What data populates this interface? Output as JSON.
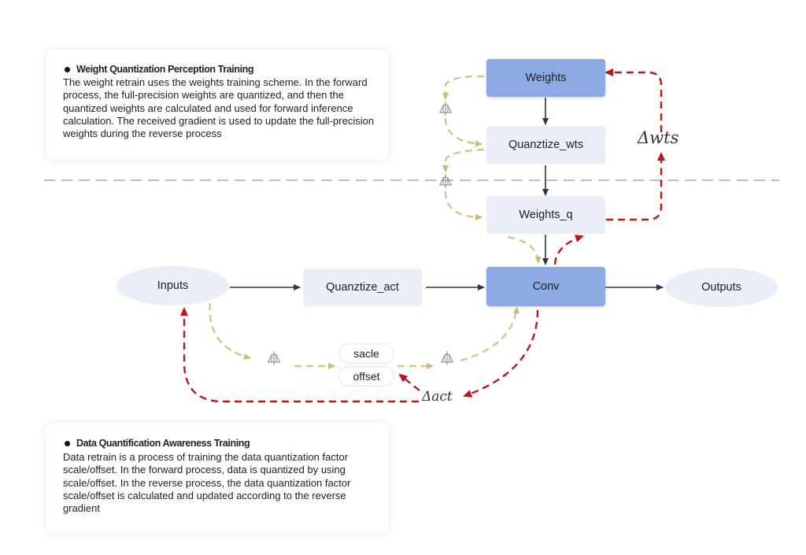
{
  "weight_card": {
    "title": "Weight Quantization Perception Training",
    "body": "The weight retrain uses the weights training scheme. In the forward process, the full-precision weights are quantized, and then the quantized weights are calculated and used for forward inference calculation. The received gradient is used to update the full-precision weights during the reverse process"
  },
  "data_card": {
    "title": "Data Quantification Awareness Training",
    "body": "Data retrain is a process of training the data quantization factor scale/offset. In the forward process, data is quantized by using scale/offset. In the reverse process, the data quantization factor scale/offset is calculated and updated according to the reverse gradient"
  },
  "nodes": {
    "weights": "Weights",
    "quantize_wts": "Quanztize_wts",
    "weights_q": "Weights_q",
    "inputs": "Inputs",
    "quantize_act": "Quanztize_act",
    "conv": "Conv",
    "outputs": "Outputs",
    "scale": "sacle",
    "offset": "offset"
  },
  "deltas": {
    "wts": "Δwts",
    "act": "Δact"
  },
  "colors": {
    "forward_arrow": "#2d3450",
    "gradient_arrow": "#c0141c",
    "dataflow_arrow": "#d6c48c",
    "divider": "#b9bed2",
    "node_dark": "#8eaae4",
    "node_light": "#e9eef7"
  },
  "icons": [
    "quantizer-icon",
    "quantizer-icon",
    "quantizer-icon",
    "quantizer-icon"
  ]
}
